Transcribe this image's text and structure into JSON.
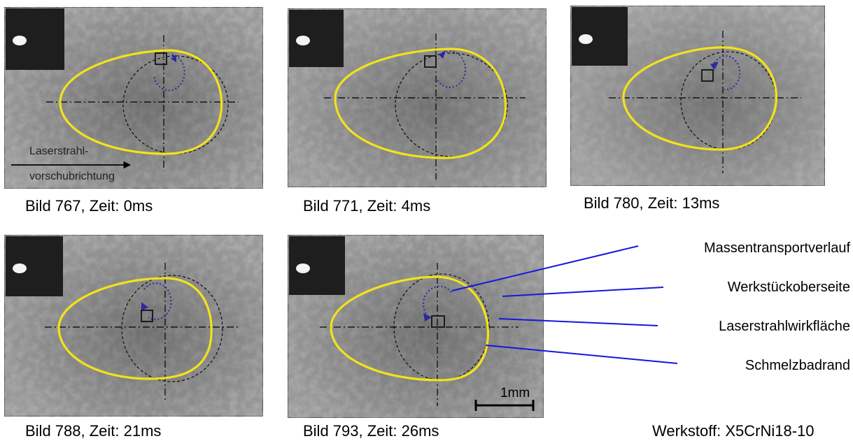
{
  "panels": [
    {
      "caption": "Bild 767, Zeit: 0ms"
    },
    {
      "caption": "Bild 771, Zeit: 4ms"
    },
    {
      "caption": "Bild 780, Zeit: 13ms"
    },
    {
      "caption": "Bild 788, Zeit: 21ms"
    },
    {
      "caption": "Bild 793, Zeit: 26ms"
    }
  ],
  "direction_label": {
    "line1": "Laserstrahl-",
    "line2": "vorschubrichtung"
  },
  "scale_bar": "1mm",
  "legend": {
    "mass_transport": "Massentransportverlauf",
    "workpiece_surface": "Werkstückoberseite",
    "laser_area": "Laserstrahlwirkfläche",
    "melt_pool_edge": "Schmelzbadrand"
  },
  "material": "Werkstoff: X5CrNi18-10",
  "colors": {
    "melt_pool": "#f2e21a",
    "leader": "#1616e0",
    "mass_transport": "#2a2aa0",
    "marker": "#1c1c1c"
  }
}
